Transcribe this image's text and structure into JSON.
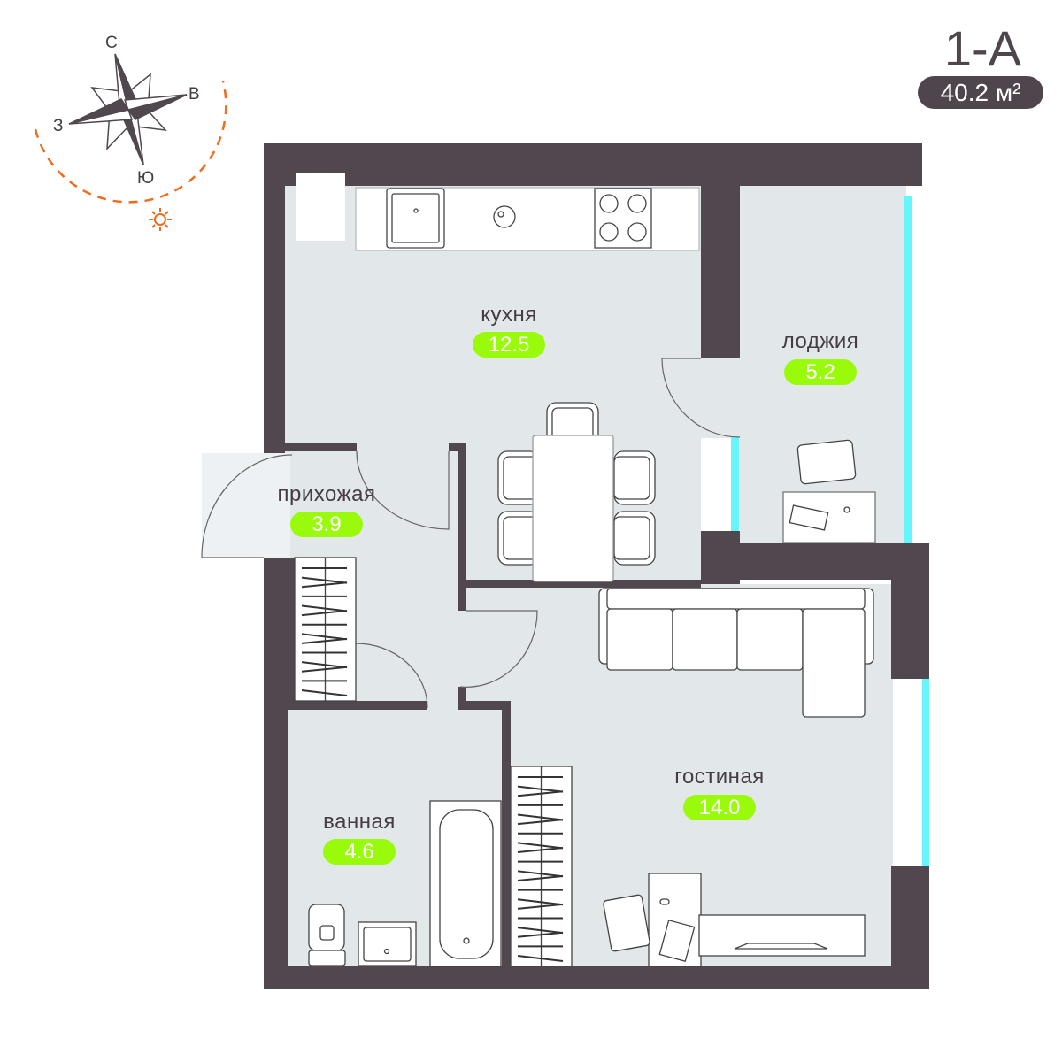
{
  "header": {
    "apartment_type": "1-А",
    "total_area": "40.2 м²"
  },
  "compass": {
    "north": "С",
    "east": "В",
    "west": "З",
    "south": "Ю"
  },
  "rooms": [
    {
      "name": "кухня",
      "area": "12.5"
    },
    {
      "name": "лоджия",
      "area": "5.2"
    },
    {
      "name": "прихожая",
      "area": "3.9"
    },
    {
      "name": "ванная",
      "area": "4.6"
    },
    {
      "name": "гостиная",
      "area": "14.0"
    }
  ],
  "colors": {
    "wall": "#51474e",
    "floor": "#e2e7ea",
    "area_badge": "#99fb0a",
    "window": "#64f6fb",
    "sun": "#f26a1b"
  }
}
